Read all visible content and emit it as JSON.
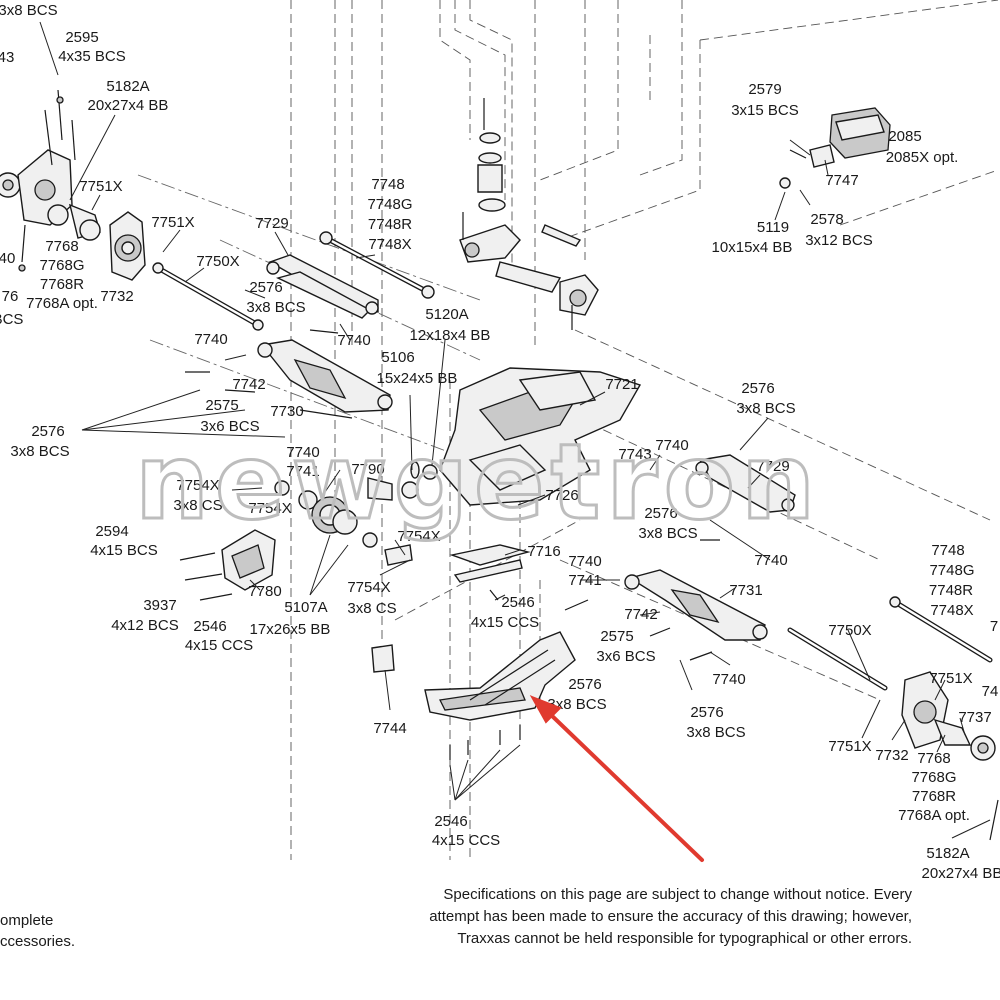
{
  "labels": {
    "p_3x8bcs_tl": "3x8 BCS",
    "p_2595": "2595",
    "p_4x35": "4x35 BCS",
    "p_43_cut": "43",
    "p_5182a": "5182A",
    "p_20x27": "20x27x4 BB",
    "p_7751x_a": "7751X",
    "p_7768": "7768",
    "p_7768g": "7768G",
    "p_7768r": "7768R",
    "p_7768a": "7768A opt.",
    "p_7732": "7732",
    "p_40_cut": "40",
    "p_76_cut": "76",
    "p_bcs_cut": "BCS",
    "p_7751x_b": "7751X",
    "p_7750x": "7750X",
    "p_7729": "7729",
    "p_2576_a": "2576",
    "p_3x8bcs_a": "3x8 BCS",
    "p_7748": "7748",
    "p_7748g": "7748G",
    "p_7748r": "7748R",
    "p_7748x": "7748X",
    "p_7740_a": "7740",
    "p_7740_b": "7740",
    "p_7742": "7742",
    "p_2575": "2575",
    "p_3x6bcs": "3x6 BCS",
    "p_7730": "7730",
    "p_2576_b": "2576",
    "p_3x8bcs_b": "3x8 BCS",
    "p_7740_c": "7740",
    "p_7741": "7741",
    "p_7790": "7790",
    "p_5106": "5106",
    "p_15x24": "15x24x5 BB",
    "p_5120a": "5120A",
    "p_12x18": "12x18x4 BB",
    "p_2579": "2579",
    "p_3x15": "3x15 BCS",
    "p_2085": "2085",
    "p_2085x": "2085X opt.",
    "p_7747": "7747",
    "p_5119": "5119",
    "p_10x15": "10x15x4 BB",
    "p_2578": "2578",
    "p_3x12": "3x12 BCS",
    "p_7721": "7721",
    "p_2576_c": "2576",
    "p_3x8bcs_c": "3x8 BCS",
    "p_7740_d": "7740",
    "p_7743": "7743",
    "p_7729_b": "7729",
    "p_2576_d": "2576",
    "p_3x8bcs_d": "3x8 BCS",
    "p_7740_e": "7740",
    "p_7754x_a": "7754X",
    "p_3x8cs_a": "3x8 CS",
    "p_7754x_b": "7754X",
    "p_7726": "7726",
    "p_7754x_c": "7754X",
    "p_7716": "7716",
    "p_2594": "2594",
    "p_4x15bcs": "4x15 BCS",
    "p_3937": "3937",
    "p_4x12": "4x12 BCS",
    "p_2546_a": "2546",
    "p_4x15ccs_a": "4x15 CCS",
    "p_7780": "7780",
    "p_5107a": "5107A",
    "p_17x26": "17x26x5 BB",
    "p_7754x_d": "7754X",
    "p_3x8cs_b": "3x8 CS",
    "p_2546_b": "2546",
    "p_4x15ccs_b": "4x15 CCS",
    "p_7740_f": "7740",
    "p_7741_b": "7741",
    "p_7731": "7731",
    "p_7742_b": "7742",
    "p_2575_b": "2575",
    "p_3x6bcs_b": "3x6 BCS",
    "p_7740_g": "7740",
    "p_2576_e": "2576",
    "p_3x8bcs_e": "3x8 BCS",
    "p_7744": "7744",
    "p_2576_f": "2576",
    "p_3x8bcs_f": "3x8 BCS",
    "p_2546_c": "2546",
    "p_4x15ccs_c": "4x15 CCS",
    "p_7748_b": "7748",
    "p_7748g_b": "7748G",
    "p_7748r_b": "7748R",
    "p_7748x_b": "7748X",
    "p_7_cut": "7",
    "p_7750x_b": "7750X",
    "p_7751x_c": "7751X",
    "p_74_cut": "74",
    "p_7737": "7737",
    "p_7751x_d": "7751X",
    "p_7732_b": "7732",
    "p_7768_b": "7768",
    "p_7768g_b": "7768G",
    "p_7768r_b": "7768R",
    "p_7768a_b": "7768A opt.",
    "p_5182a_b": "5182A",
    "p_20x27_b": "20x27x4 BB"
  },
  "watermark": "newgetron",
  "notice": {
    "line1": "Specifications on this page are subject to change without notice.  Every",
    "line2": "attempt has been made to ensure the accuracy of this drawing; however,",
    "line3": "Traxxas cannot be held responsible for typographical or other errors."
  },
  "cut_text": {
    "line1": "omplete",
    "line2": "ccessories."
  },
  "colors": {
    "arrow": "#e03a2f",
    "ink": "#1a1a1a"
  }
}
